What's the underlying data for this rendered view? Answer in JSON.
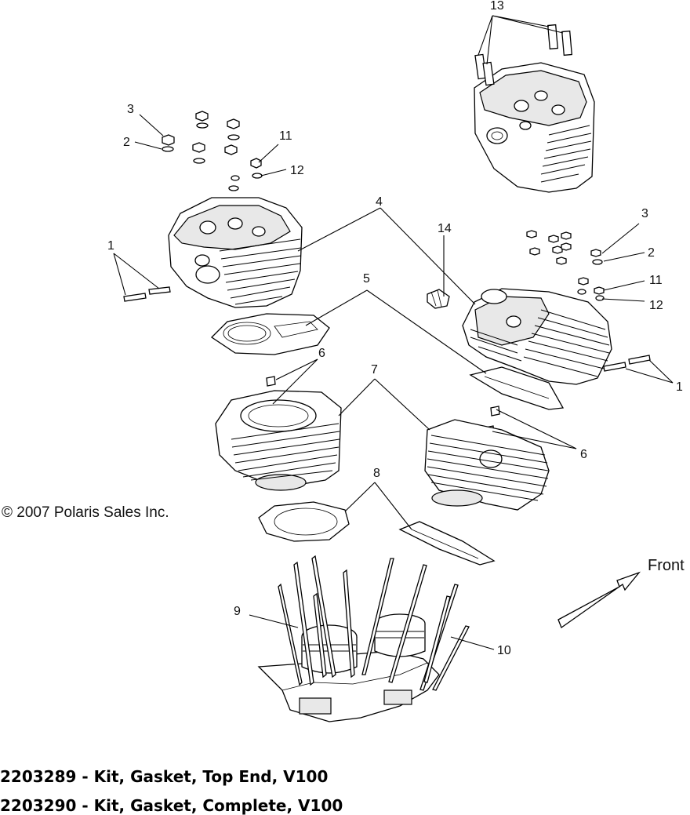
{
  "callouts": {
    "c1a": "1",
    "c1b": "1",
    "c2a": "2",
    "c2b": "2",
    "c3a": "3",
    "c3b": "3",
    "c4": "4",
    "c5": "5",
    "c6a": "6",
    "c6b": "6",
    "c7": "7",
    "c8": "8",
    "c9": "9",
    "c10": "10",
    "c11a": "11",
    "c11b": "11",
    "c12a": "12",
    "c12b": "12",
    "c13": "13",
    "c14": "14"
  },
  "copyright": "© 2007 Polaris Sales Inc.",
  "front_label": "Front",
  "kits": [
    "2203289 - Kit, Gasket, Top End, V100",
    "2203290 - Kit, Gasket,  Complete, V100"
  ]
}
